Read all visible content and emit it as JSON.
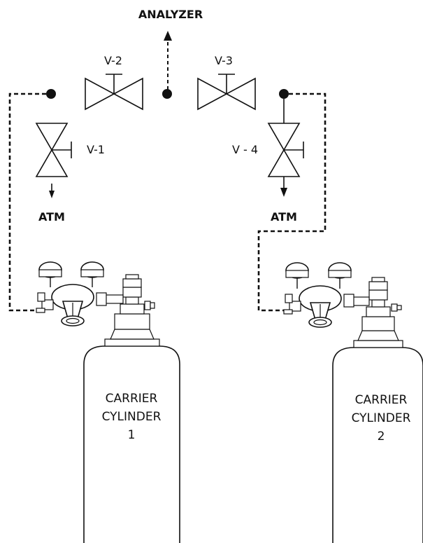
{
  "diagram": {
    "analyzer_label": "ANALYZER",
    "valves": {
      "v1": "V-1",
      "v2": "V-2",
      "v3": "V-3",
      "v4": "V - 4"
    },
    "atm_left": "ATM",
    "atm_right": "ATM",
    "cylinder1": {
      "line1": "CARRIER",
      "line2": "CYLINDER",
      "line3": "1"
    },
    "cylinder2": {
      "line1": "CARRIER",
      "line2": "CYLINDER",
      "line3": "2"
    }
  }
}
